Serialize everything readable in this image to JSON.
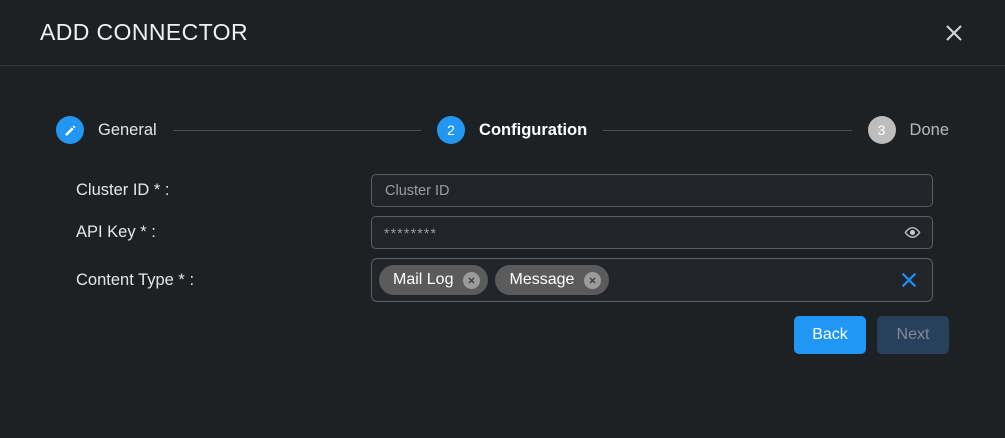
{
  "header": {
    "title": "ADD CONNECTOR",
    "close_icon": "close-icon"
  },
  "stepper": {
    "steps": [
      {
        "marker": "✎",
        "icon": "pencil-icon",
        "label": "General",
        "state": "complete"
      },
      {
        "marker": "2",
        "icon": "",
        "label": "Configuration",
        "state": "current"
      },
      {
        "marker": "3",
        "icon": "",
        "label": "Done",
        "state": "pending"
      }
    ]
  },
  "form": {
    "fields": [
      {
        "label": "Cluster ID * :",
        "type": "text",
        "value": "",
        "placeholder": "Cluster ID"
      },
      {
        "label": "API Key * :",
        "type": "password",
        "value": "********",
        "placeholder": "",
        "toggle_icon": "eye-icon"
      },
      {
        "label": "Content Type * :",
        "type": "multiselect",
        "chips": [
          "Mail Log",
          "Message"
        ],
        "chip_remove_icon": "chip-remove-icon",
        "clear_icon": "clear-all-icon"
      }
    ]
  },
  "actions": {
    "back_label": "Back",
    "next_label": "Next"
  },
  "colors": {
    "background": "#1e2124",
    "accent": "#2196f3",
    "chip": "#5b5b5b",
    "inactive_step": "#bdbdbd",
    "disabled_button": "#28405c"
  }
}
